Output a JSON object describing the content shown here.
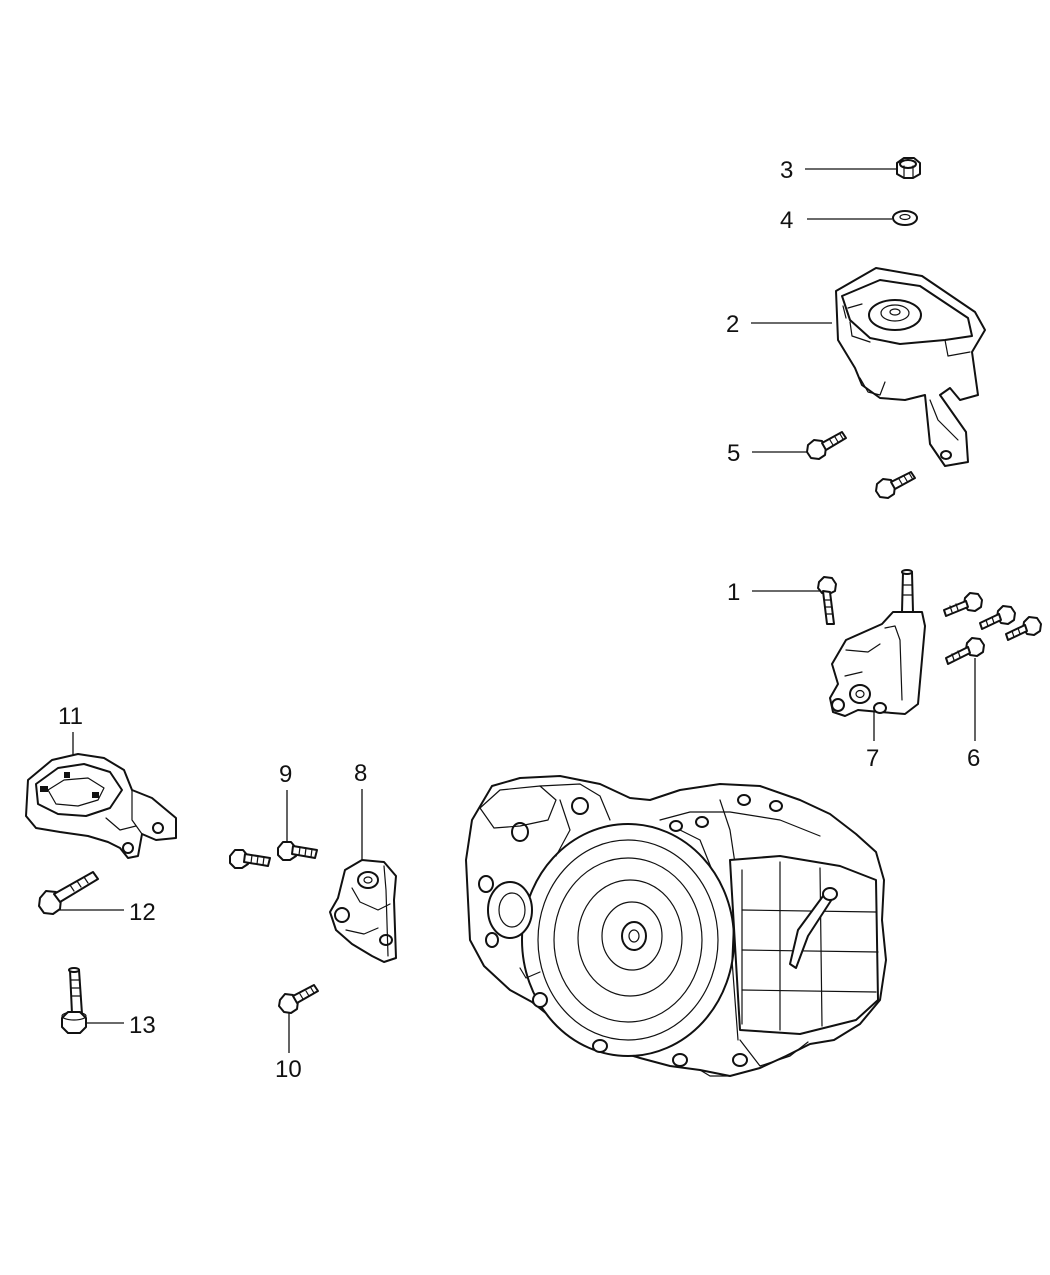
{
  "diagram": {
    "callouts": [
      {
        "id": "1",
        "label": "1"
      },
      {
        "id": "2",
        "label": "2"
      },
      {
        "id": "3",
        "label": "3"
      },
      {
        "id": "4",
        "label": "4"
      },
      {
        "id": "5",
        "label": "5"
      },
      {
        "id": "6",
        "label": "6"
      },
      {
        "id": "7",
        "label": "7"
      },
      {
        "id": "8",
        "label": "8"
      },
      {
        "id": "9",
        "label": "9"
      },
      {
        "id": "10",
        "label": "10"
      },
      {
        "id": "11",
        "label": "11"
      },
      {
        "id": "12",
        "label": "12"
      },
      {
        "id": "13",
        "label": "13"
      }
    ],
    "colors": {
      "line": "#111111",
      "background": "#ffffff"
    }
  }
}
